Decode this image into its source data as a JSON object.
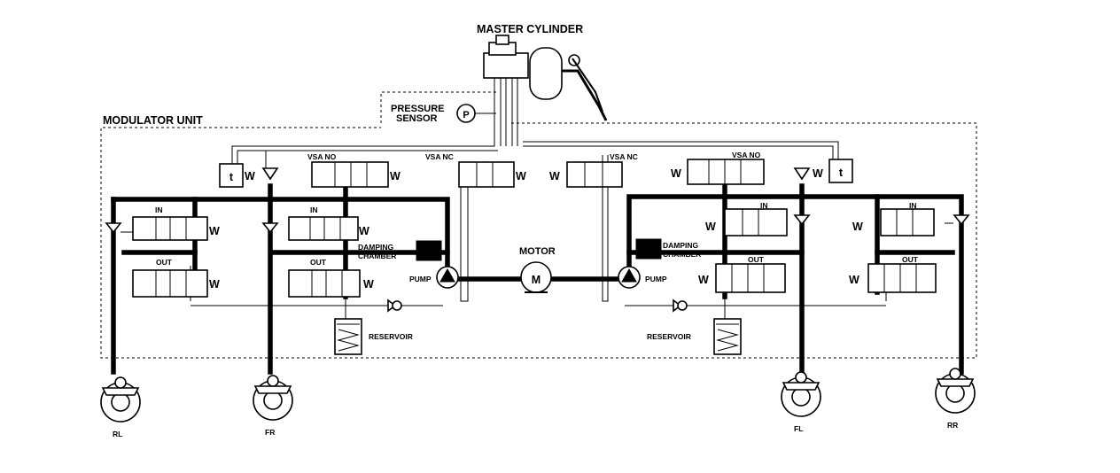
{
  "labels": {
    "master_cylinder": "MASTER CYLINDER",
    "pressure_sensor_line1": "PRESSURE",
    "pressure_sensor_line2": "SENSOR",
    "pressure_symbol": "P",
    "modulator_unit": "MODULATOR UNIT",
    "vsa_no": "VSA NO",
    "vsa_nc": "VSA NC",
    "in_valve": "IN",
    "out_valve": "OUT",
    "damping_line1": "DAMPING",
    "damping_line2": "CHAMBER",
    "pump": "PUMP",
    "motor": "MOTOR",
    "motor_symbol": "M",
    "reservoir": "RESERVOIR",
    "spring_symbol": "W"
  },
  "wheels": {
    "rl": "RL",
    "fr": "FR",
    "fl": "FL",
    "rr": "RR"
  },
  "colors": {
    "ink": "#000000",
    "paper": "#ffffff"
  }
}
